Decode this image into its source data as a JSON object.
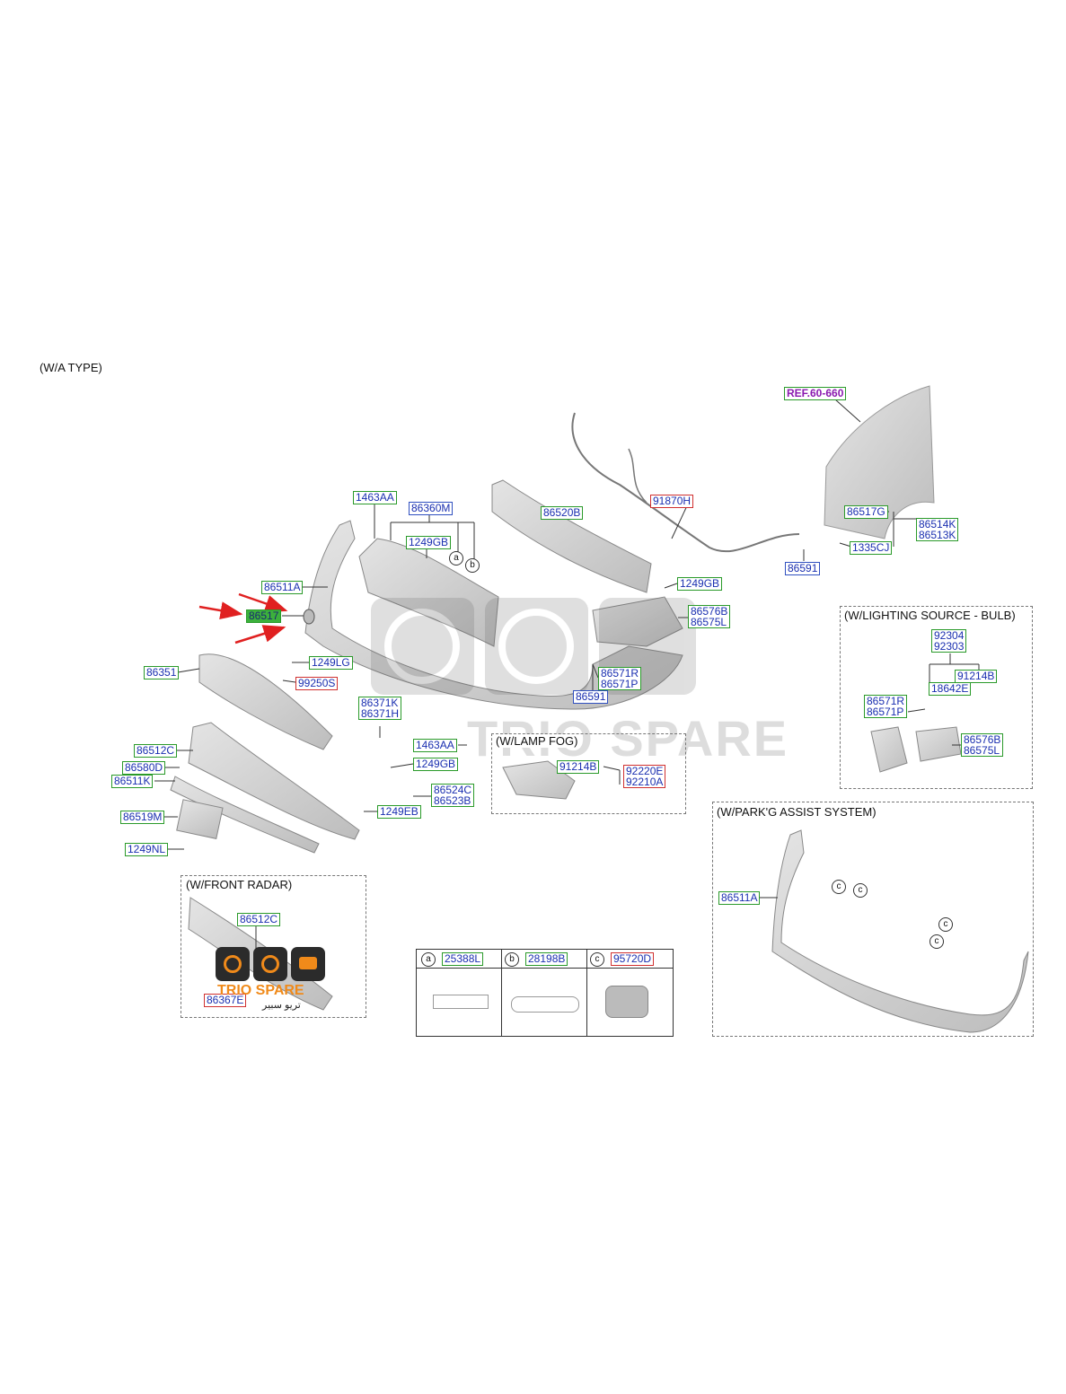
{
  "header": {
    "type_label": "(W/A TYPE)"
  },
  "ref": {
    "fender": "REF.60-660"
  },
  "parts": {
    "p1463AA_top": "1463AA",
    "p86360M": "86360M",
    "p1249GB_a": "1249GB",
    "p86520B": "86520B",
    "p91870H": "91870H",
    "p86517G": "86517G",
    "p86514K": "86514K",
    "p86513K": "86513K",
    "p1335CJ": "1335CJ",
    "p86591_r": "86591",
    "p86511A": "86511A",
    "p86517": "86517",
    "p1249GB_b": "1249GB",
    "p86576B": "86576B",
    "p86575L": "86575L",
    "p86351": "86351",
    "p1249LG": "1249LG",
    "p99250S": "99250S",
    "p86571R": "86571R",
    "p86571P": "86571P",
    "p86591_c": "86591",
    "p86371K": "86371K",
    "p86371H": "86371H",
    "p1463AA_b": "1463AA",
    "p86512C": "86512C",
    "p86580D": "86580D",
    "p86511K": "86511K",
    "p1249GB_c": "1249GB",
    "p86524C": "86524C",
    "p86523B": "86523B",
    "p1249EB": "1249EB",
    "p86519M": "86519M",
    "p1249NL": "1249NL"
  },
  "fog_box": {
    "title": "(W/LAMP FOG)",
    "p91214B": "91214B",
    "p92220E": "92220E",
    "p92210A": "92210A"
  },
  "bulb_box": {
    "title": "(W/LIGHTING SOURCE - BULB)",
    "p92304": "92304",
    "p92303": "92303",
    "p91214B": "91214B",
    "p18642E": "18642E",
    "p86571R": "86571R",
    "p86571P": "86571P",
    "p86576B": "86576B",
    "p86575L": "86575L"
  },
  "radar_box": {
    "title": "(W/FRONT RADAR)",
    "p86512C": "86512C",
    "p86367E": "86367E"
  },
  "park_box": {
    "title": "(W/PARK'G ASSIST SYSTEM)",
    "p86511A": "86511A",
    "circle": "c"
  },
  "legend": {
    "cells": [
      {
        "key": "a",
        "part": "25388L"
      },
      {
        "key": "b",
        "part": "28198B"
      },
      {
        "key": "c",
        "part": "95720D"
      }
    ]
  },
  "callouts": {
    "a": "a",
    "b": "b"
  },
  "watermark": {
    "brand": "TRIO SPARE",
    "arabic": "تريو سبير"
  },
  "colors": {
    "part_text": "#1a2fb0",
    "border_green": "#2a9a2a",
    "border_red": "#d03030",
    "highlight": "#3cb13c",
    "arrow": "#e02020"
  }
}
